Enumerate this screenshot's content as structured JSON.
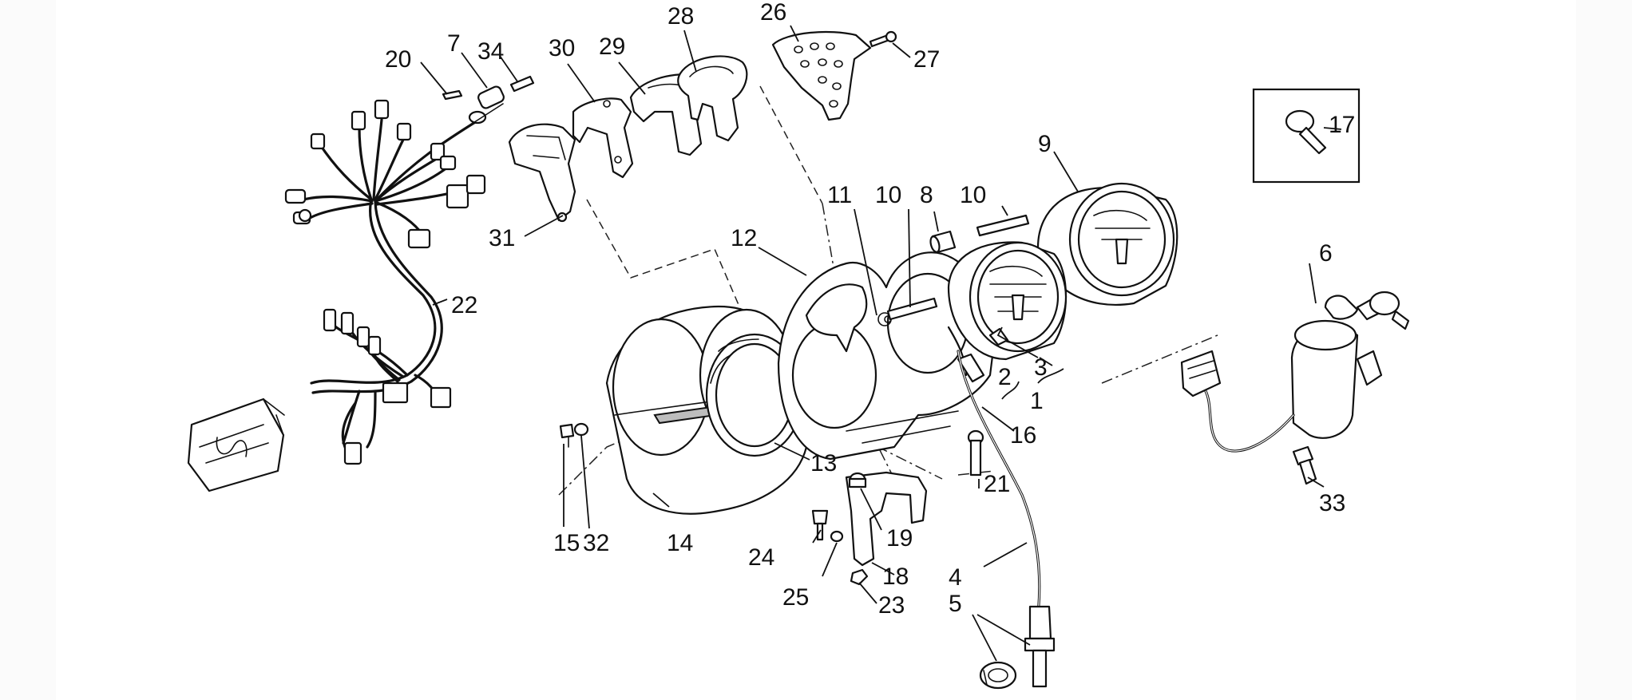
{
  "diagram": {
    "callouts": [
      "1",
      "2",
      "3",
      "4",
      "5",
      "6",
      "7",
      "8",
      "9",
      "10",
      "10",
      "11",
      "12",
      "13",
      "14",
      "15",
      "16",
      "17",
      "18",
      "19",
      "20",
      "21",
      "22",
      "23",
      "24",
      "25",
      "26",
      "27",
      "28",
      "29",
      "30",
      "31",
      "32",
      "33",
      "34"
    ],
    "colors": {
      "ink": "#111111",
      "paper": "#ffffff",
      "shade": "#bdbdbd"
    }
  }
}
